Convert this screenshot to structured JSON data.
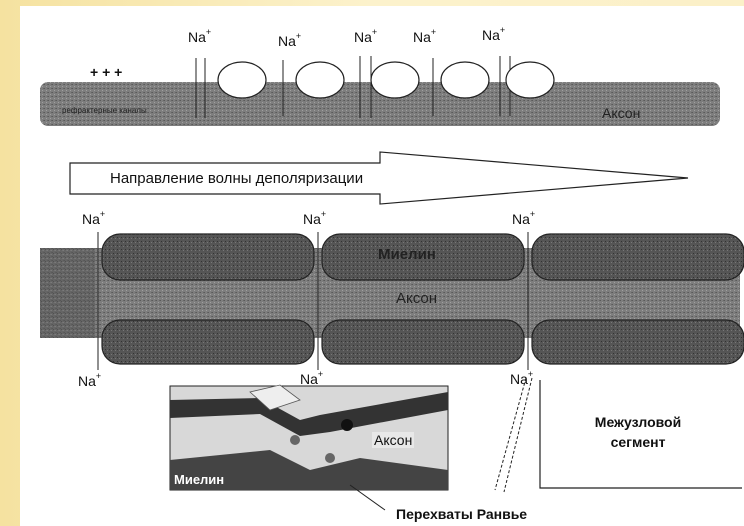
{
  "top": {
    "na_labels": [
      "Na+",
      "Na+",
      "Na+",
      "Na+",
      "Na+"
    ],
    "plus_signs": "+ + +",
    "refractory": "рефрактерные каналы",
    "axon_label": "Аксон"
  },
  "arrow": {
    "text": "Направление волны деполяризации"
  },
  "middle": {
    "na_top": [
      "Na+",
      "Na+",
      "Na+"
    ],
    "na_bottom": [
      "Na+",
      "Na+",
      "Na+"
    ],
    "myelin_label": "Миелин",
    "axon_label": "Аксон"
  },
  "bottom": {
    "inset_axon": "Аксон",
    "inset_myelin": "Миелин",
    "internode": "Межузловой сегмент",
    "nodes_label": "Перехваты Ранвье"
  },
  "colors": {
    "background_left": "#f6e6a8",
    "background_right": "#fbf3cf",
    "panel": "#ffffff",
    "axon_gray": "#8c8c8c",
    "myelin_gray": "#6a6a6a"
  }
}
